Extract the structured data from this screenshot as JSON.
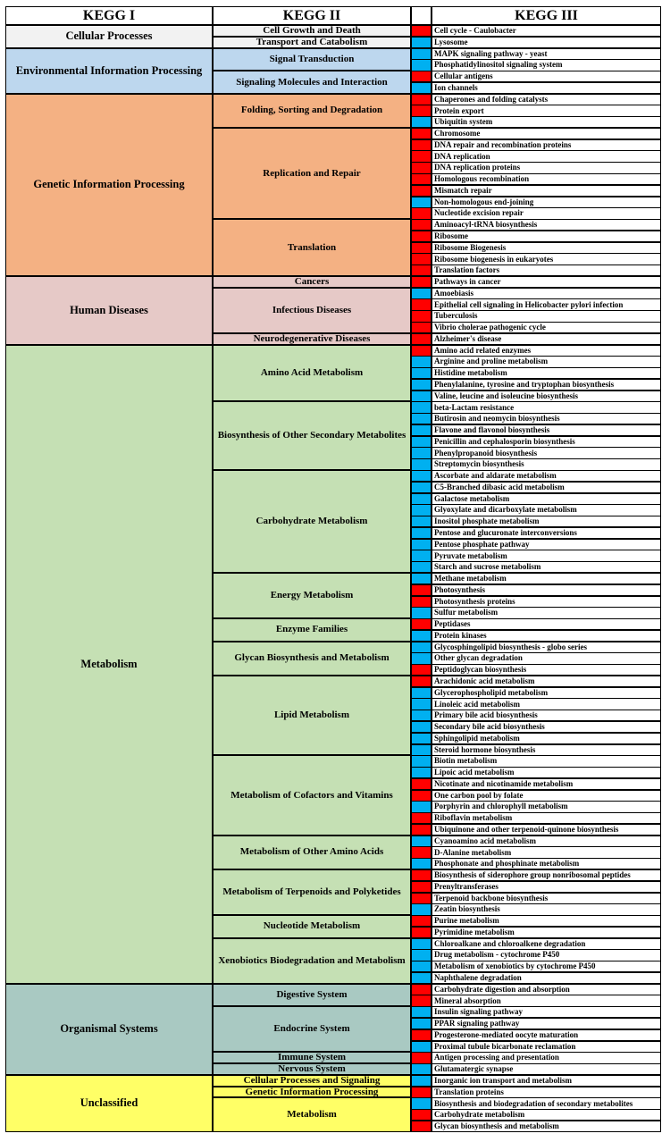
{
  "headers": [
    "KEGG I",
    "KEGG II",
    "",
    "KEGG III"
  ],
  "colors": {
    "up": "#ff0000",
    "down": "#00b0f0"
  },
  "rows": [
    [
      "Cell cycle - Caulobacter",
      "up"
    ],
    [
      "Lysosome",
      "down"
    ],
    [
      "MAPK signaling pathway - yeast",
      "down"
    ],
    [
      "Phosphatidylinositol signaling system",
      "down"
    ],
    [
      "Cellular antigens",
      "up"
    ],
    [
      "Ion channels",
      "down"
    ],
    [
      "Chaperones and folding catalysts",
      "up"
    ],
    [
      "Protein export",
      "up"
    ],
    [
      "Ubiquitin system",
      "down"
    ],
    [
      "Chromosome",
      "up"
    ],
    [
      "DNA repair and recombination proteins",
      "up"
    ],
    [
      "DNA replication",
      "up"
    ],
    [
      "DNA replication proteins",
      "up"
    ],
    [
      "Homologous recombination",
      "up"
    ],
    [
      "Mismatch repair",
      "up"
    ],
    [
      "Non-homologous end-joining",
      "down"
    ],
    [
      "Nucleotide excision repair",
      "up"
    ],
    [
      "Aminoacyl-tRNA biosynthesis",
      "up"
    ],
    [
      "Ribosome",
      "up"
    ],
    [
      "Ribosome Biogenesis",
      "up"
    ],
    [
      "Ribosome biogenesis in eukaryotes",
      "up"
    ],
    [
      "Translation factors",
      "up"
    ],
    [
      "Pathways in cancer",
      "up"
    ],
    [
      "Amoebiasis",
      "down"
    ],
    [
      "Epithelial cell signaling in Helicobacter pylori infection",
      "up"
    ],
    [
      "Tuberculosis",
      "up"
    ],
    [
      "Vibrio cholerae pathogenic cycle",
      "up"
    ],
    [
      "Alzheimer's disease",
      "up"
    ],
    [
      "Amino acid related enzymes",
      "up"
    ],
    [
      "Arginine and proline metabolism",
      "down"
    ],
    [
      "Histidine metabolism",
      "down"
    ],
    [
      "Phenylalanine, tyrosine and tryptophan biosynthesis",
      "down"
    ],
    [
      "Valine, leucine and isoleucine biosynthesis",
      "down"
    ],
    [
      "beta-Lactam resistance",
      "down"
    ],
    [
      "Butirosin and neomycin biosynthesis",
      "down"
    ],
    [
      "Flavone and flavonol biosynthesis",
      "down"
    ],
    [
      "Penicillin and cephalosporin biosynthesis",
      "down"
    ],
    [
      "Phenylpropanoid biosynthesis",
      "down"
    ],
    [
      "Streptomycin biosynthesis",
      "down"
    ],
    [
      "Ascorbate and aldarate metabolism",
      "down"
    ],
    [
      "C5-Branched dibasic acid metabolism",
      "down"
    ],
    [
      "Galactose metabolism",
      "down"
    ],
    [
      "Glyoxylate and dicarboxylate metabolism",
      "down"
    ],
    [
      "Inositol phosphate metabolism",
      "down"
    ],
    [
      "Pentose and glucuronate interconversions",
      "down"
    ],
    [
      "Pentose phosphate pathway",
      "down"
    ],
    [
      "Pyruvate metabolism",
      "down"
    ],
    [
      "Starch and sucrose metabolism",
      "down"
    ],
    [
      "Methane metabolism",
      "down"
    ],
    [
      "Photosynthesis",
      "up"
    ],
    [
      "Photosynthesis proteins",
      "up"
    ],
    [
      "Sulfur metabolism",
      "down"
    ],
    [
      "Peptidases",
      "up"
    ],
    [
      "Protein kinases",
      "down"
    ],
    [
      "Glycosphingolipid biosynthesis - globo series",
      "down"
    ],
    [
      "Other glycan degradation",
      "down"
    ],
    [
      "Peptidoglycan biosynthesis",
      "up"
    ],
    [
      "Arachidonic acid metabolism",
      "up"
    ],
    [
      "Glycerophospholipid metabolism",
      "down"
    ],
    [
      "Linoleic acid metabolism",
      "down"
    ],
    [
      "Primary bile acid biosynthesis",
      "down"
    ],
    [
      "Secondary bile acid biosynthesis",
      "down"
    ],
    [
      "Sphingolipid metabolism",
      "down"
    ],
    [
      "Steroid hormone biosynthesis",
      "down"
    ],
    [
      "Biotin metabolism",
      "down"
    ],
    [
      "Lipoic acid metabolism",
      "down"
    ],
    [
      "Nicotinate and nicotinamide metabolism",
      "up"
    ],
    [
      "One carbon pool by folate",
      "up"
    ],
    [
      "Porphyrin and chlorophyll metabolism",
      "down"
    ],
    [
      "Riboflavin metabolism",
      "up"
    ],
    [
      "Ubiquinone and other terpenoid-quinone biosynthesis",
      "up"
    ],
    [
      "Cyanoamino acid metabolism",
      "down"
    ],
    [
      "D-Alanine metabolism",
      "up"
    ],
    [
      "Phosphonate and phosphinate metabolism",
      "down"
    ],
    [
      "Biosynthesis of siderophore group nonribosomal peptides",
      "up"
    ],
    [
      "Prenyltransferases",
      "up"
    ],
    [
      "Terpenoid backbone biosynthesis",
      "up"
    ],
    [
      "Zeatin biosynthesis",
      "down"
    ],
    [
      "Purine metabolism",
      "up"
    ],
    [
      "Pyrimidine metabolism",
      "up"
    ],
    [
      "Chloroalkane and chloroalkene degradation",
      "down"
    ],
    [
      "Drug metabolism - cytochrome P450",
      "down"
    ],
    [
      "Metabolism of xenobiotics by cytochrome P450",
      "down"
    ],
    [
      "Naphthalene degradation",
      "down"
    ],
    [
      "Carbohydrate digestion and absorption",
      "up"
    ],
    [
      "Mineral absorption",
      "up"
    ],
    [
      "Insulin signaling pathway",
      "down"
    ],
    [
      "PPAR signaling pathway",
      "down"
    ],
    [
      "Progesterone-mediated oocyte maturation",
      "up"
    ],
    [
      "Proximal tubule bicarbonate reclamation",
      "down"
    ],
    [
      "Antigen processing and presentation",
      "up"
    ],
    [
      "Glutamatergic synapse",
      "down"
    ],
    [
      "Inorganic ion transport and metabolism",
      "down"
    ],
    [
      "Translation proteins",
      "up"
    ],
    [
      "Biosynthesis and biodegradation of secondary metabolites",
      "down"
    ],
    [
      "Carbohydrate metabolism",
      "up"
    ],
    [
      "Glycan biosynthesis and metabolism",
      "up"
    ]
  ],
  "level1": [
    {
      "label": "Cellular Processes",
      "color": "#f2f2f2",
      "n": 2
    },
    {
      "label": "Environmental Information Processing",
      "color": "#bdd7ee",
      "n": 4
    },
    {
      "label": "Genetic Information Processing",
      "color": "#f4b183",
      "n": 16
    },
    {
      "label": "Human Diseases",
      "color": "#e6c9c7",
      "n": 6
    },
    {
      "label": "Metabolism",
      "color": "#c5e0b4",
      "n": 56
    },
    {
      "label": "Organismal Systems",
      "color": "#a9c9c2",
      "n": 8
    },
    {
      "label": "Unclassified",
      "color": "#ffff66",
      "n": 5
    }
  ],
  "level2": [
    {
      "label": "Cell Growth and Death",
      "n": 1
    },
    {
      "label": "Transport and Catabolism",
      "n": 1
    },
    {
      "label": "Signal Transduction",
      "n": 2
    },
    {
      "label": "Signaling Molecules and Interaction",
      "n": 2
    },
    {
      "label": "Folding, Sorting and Degradation",
      "n": 3
    },
    {
      "label": "Replication and Repair",
      "n": 8
    },
    {
      "label": "Translation",
      "n": 5
    },
    {
      "label": "Cancers",
      "n": 1
    },
    {
      "label": "Infectious Diseases",
      "n": 4
    },
    {
      "label": "Neurodegenerative Diseases",
      "n": 1
    },
    {
      "label": "Amino Acid Metabolism",
      "n": 5
    },
    {
      "label": "Biosynthesis of Other Secondary Metabolites",
      "n": 6
    },
    {
      "label": "Carbohydrate Metabolism",
      "n": 9
    },
    {
      "label": "Energy Metabolism",
      "n": 4
    },
    {
      "label": "Enzyme Families",
      "n": 2
    },
    {
      "label": "Glycan Biosynthesis and Metabolism",
      "n": 3
    },
    {
      "label": "Lipid Metabolism",
      "n": 7
    },
    {
      "label": "Metabolism of Cofactors and Vitamins",
      "n": 7
    },
    {
      "label": "Metabolism of Other Amino Acids",
      "n": 3
    },
    {
      "label": "Metabolism of Terpenoids and Polyketides",
      "n": 4
    },
    {
      "label": "Nucleotide Metabolism",
      "n": 2
    },
    {
      "label": "Xenobiotics Biodegradation and Metabolism",
      "n": 4
    },
    {
      "label": "Digestive System",
      "n": 2
    },
    {
      "label": "Endocrine System",
      "n": 4
    },
    {
      "label": "Immune System",
      "n": 1
    },
    {
      "label": "Nervous System",
      "n": 1
    },
    {
      "label": "Cellular Processes and Signaling",
      "n": 1
    },
    {
      "label": "Genetic Information Processing",
      "n": 1
    },
    {
      "label": "Metabolism",
      "n": 3
    }
  ]
}
